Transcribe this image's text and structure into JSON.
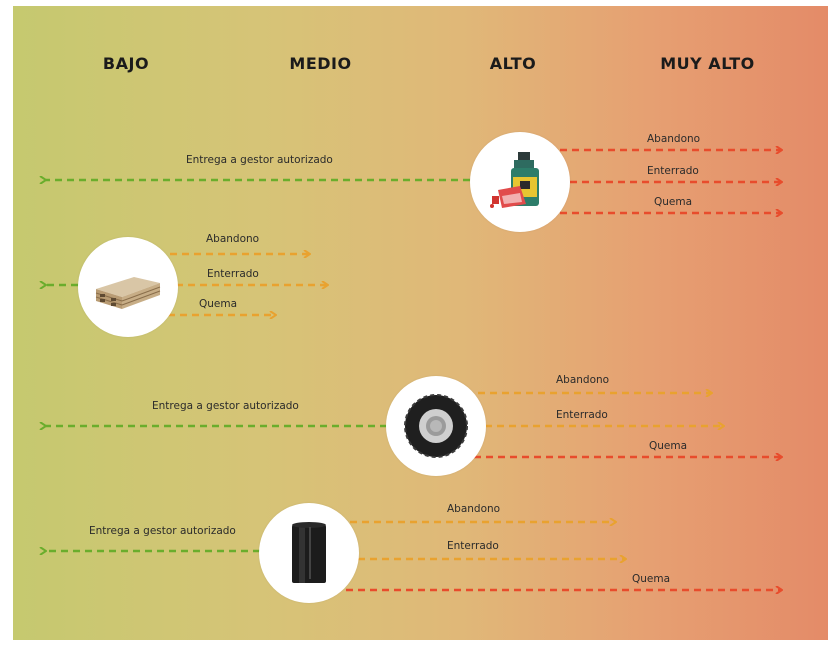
{
  "colors": {
    "green": "#6aad2c",
    "orange": "#e9a22f",
    "red": "#e84c2c"
  },
  "levels": [
    "BAJO",
    "MEDIO",
    "ALTO",
    "MUY ALTO"
  ],
  "items": [
    {
      "icon": "chemical-bottles-icon",
      "left_label": "Entrega a gestor autorizado",
      "right_labels": [
        "Abandono",
        "Enterrado",
        "Quema"
      ],
      "right_risk": [
        "MUY ALTO",
        "MUY ALTO",
        "MUY ALTO"
      ]
    },
    {
      "icon": "pallets-icon",
      "left_label": "",
      "right_labels": [
        "Abandono",
        "Enterrado",
        "Quema"
      ],
      "right_risk": [
        "MEDIO",
        "MEDIO",
        "MEDIO"
      ]
    },
    {
      "icon": "tire-icon",
      "left_label": "Entrega a gestor autorizado",
      "right_labels": [
        "Abandono",
        "Enterrado",
        "Quema"
      ],
      "right_risk": [
        "ALTO",
        "ALTO",
        "MUY ALTO"
      ]
    },
    {
      "icon": "plastic-film-roll-icon",
      "left_label": "Entrega a gestor autorizado",
      "right_labels": [
        "Abandono",
        "Enterrado",
        "Quema"
      ],
      "right_risk": [
        "ALTO",
        "ALTO",
        "MUY ALTO"
      ]
    }
  ]
}
